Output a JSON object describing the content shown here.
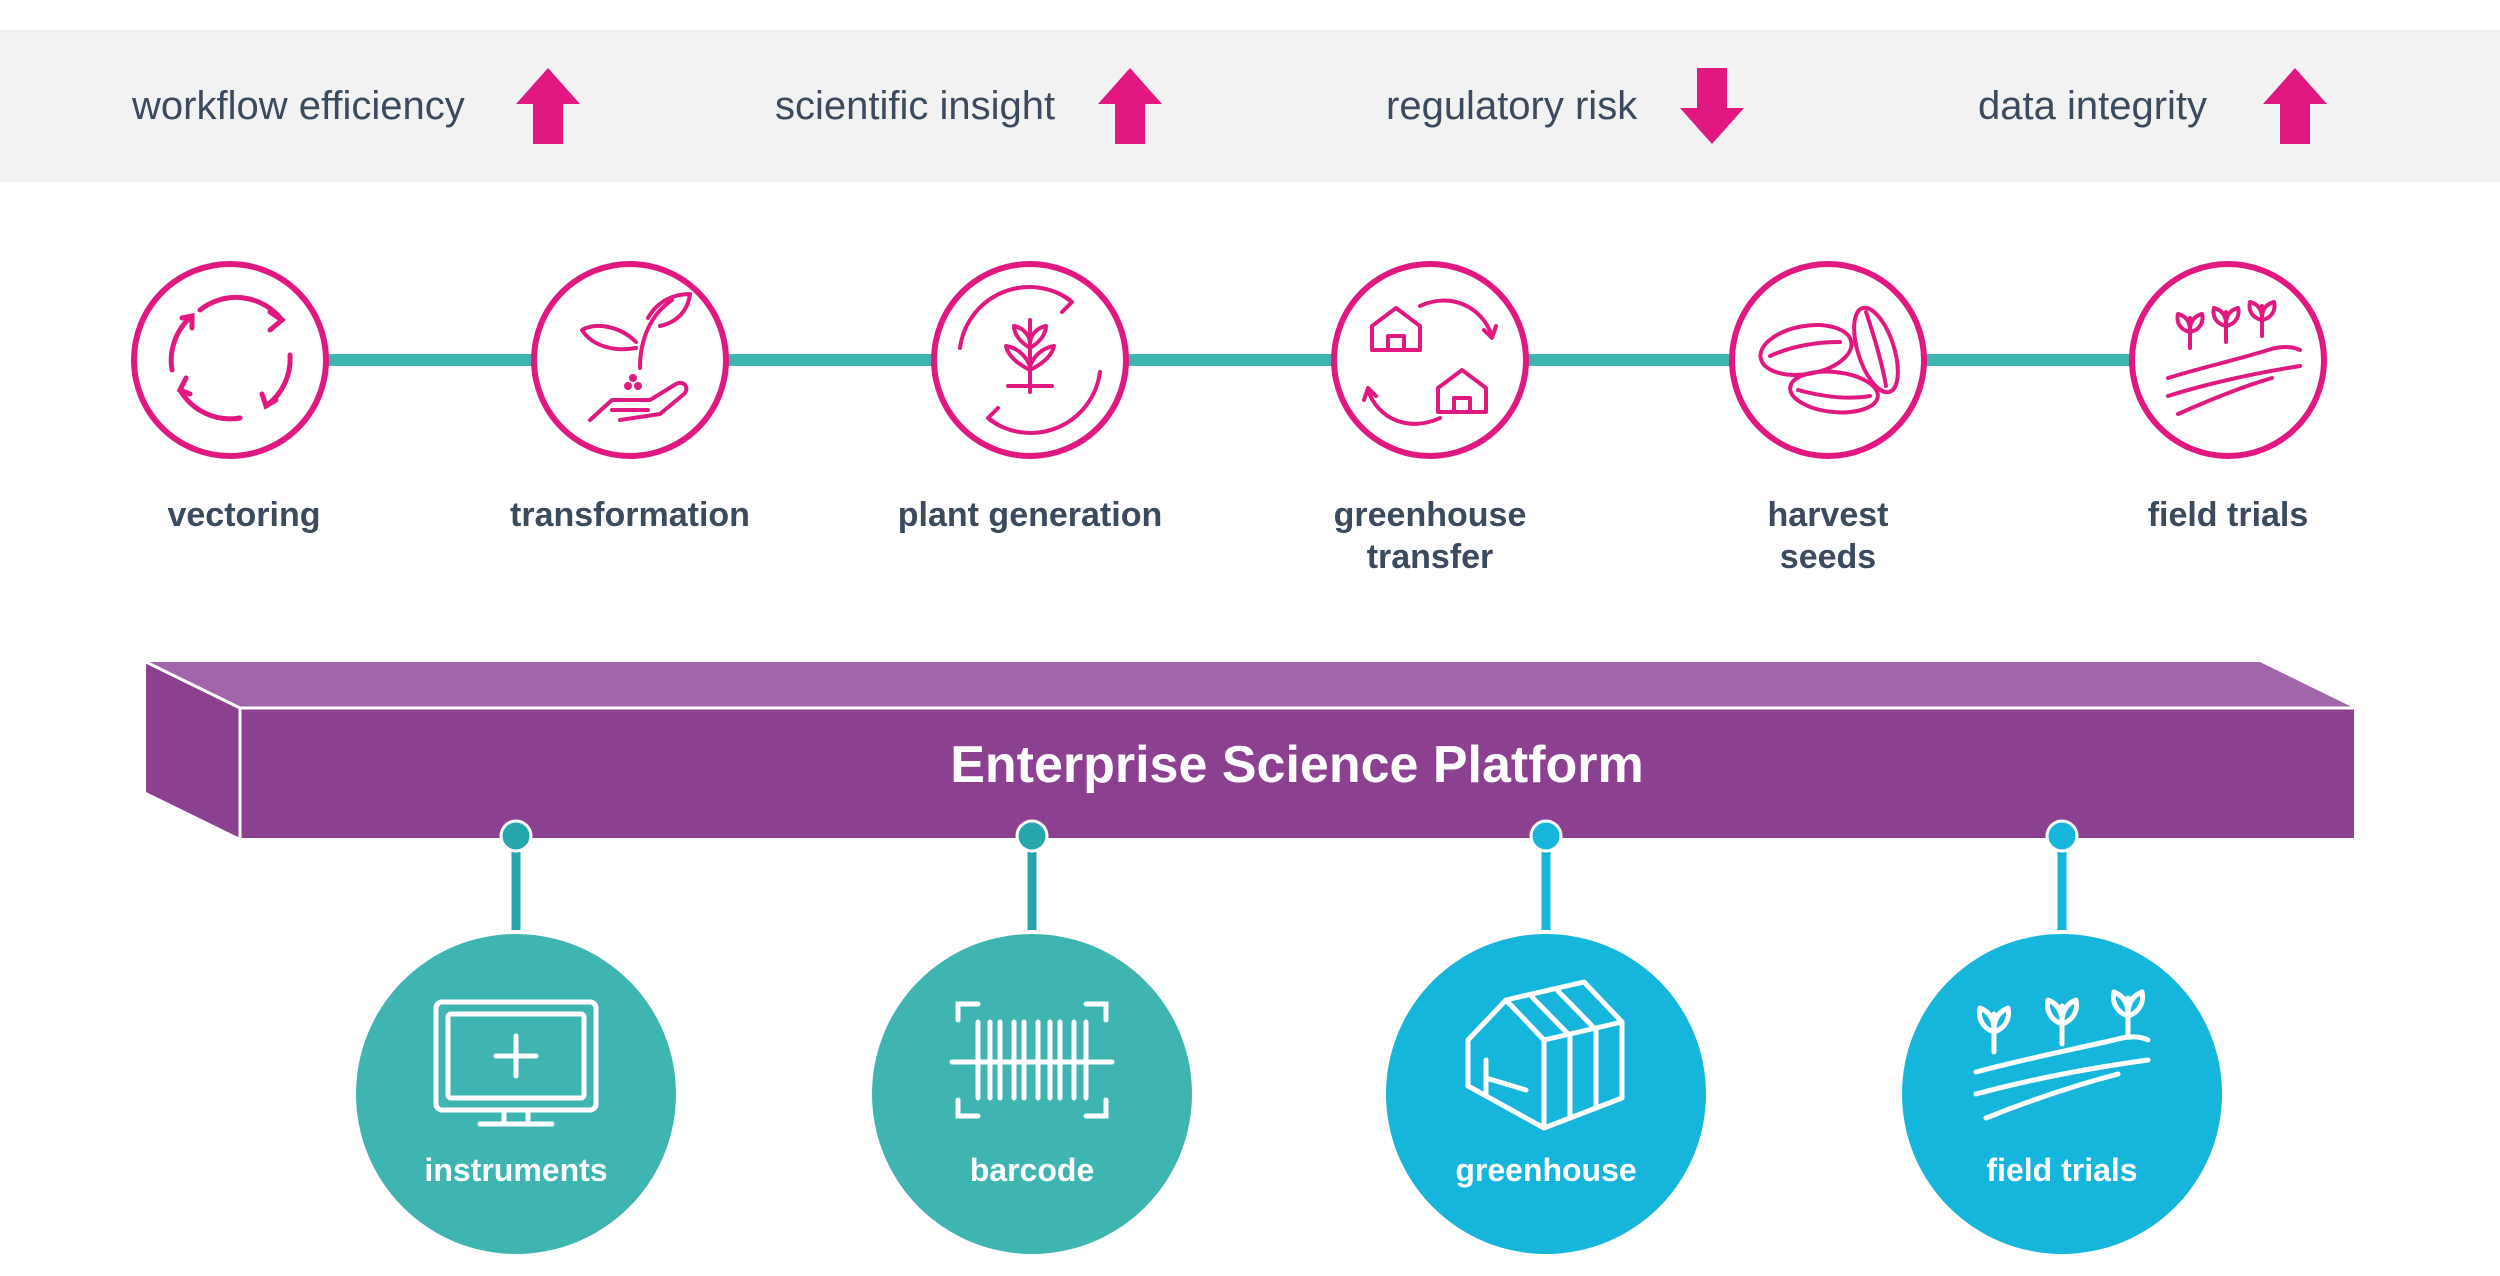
{
  "metrics": [
    {
      "label": "workflow efficiency",
      "direction": "up",
      "icon": "arrow-up-icon"
    },
    {
      "label": "scientific insight",
      "direction": "up",
      "icon": "arrow-up-icon"
    },
    {
      "label": "regulatory risk",
      "direction": "down",
      "icon": "arrow-down-icon"
    },
    {
      "label": "data integrity",
      "direction": "up",
      "icon": "arrow-up-icon"
    }
  ],
  "workflow": [
    {
      "label": "vectoring",
      "icon": "cycle-arrows-icon"
    },
    {
      "label": "transformation",
      "icon": "hand-sprout-icon"
    },
    {
      "label": "plant generation",
      "icon": "plant-cycle-icon"
    },
    {
      "label": "greenhouse\ntransfer",
      "icon": "houses-transfer-icon"
    },
    {
      "label": "harvest\nseeds",
      "icon": "seeds-icon"
    },
    {
      "label": "field trials",
      "icon": "field-crops-icon"
    }
  ],
  "platform": {
    "title": "Enterprise Science Platform"
  },
  "modules": [
    {
      "label": "instruments",
      "icon": "monitor-plus-icon"
    },
    {
      "label": "barcode",
      "icon": "barcode-scan-icon"
    },
    {
      "label": "greenhouse",
      "icon": "greenhouse-icon"
    },
    {
      "label": "field trials",
      "icon": "field-crops-icon"
    }
  ],
  "colors": {
    "magenta": "#e0187f",
    "teal": "#3fb5b2",
    "teal_dark": "#27a7ab",
    "sky": "#16b6dc",
    "purple": "#8c4190",
    "purple_light": "#a166aa",
    "text": "#3b4a5c",
    "banner": "#f2f2f2"
  }
}
